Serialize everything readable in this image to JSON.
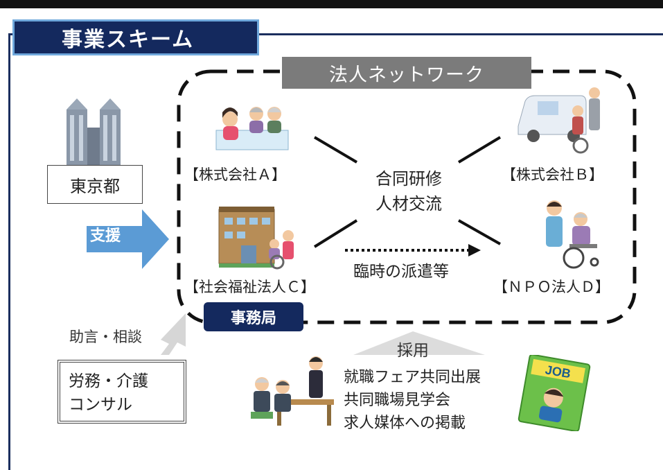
{
  "title": "事業スキーム",
  "network_label": "法人ネットワーク",
  "tokyo_label": "東京都",
  "support_label": "支援",
  "companies": {
    "a": "【株式会社Ａ】",
    "b": "【株式会社Ｂ】",
    "c": "【社会福祉法人Ｃ】",
    "d": "【ＮＰＯ法人Ｄ】"
  },
  "center": {
    "line1": "合同研修",
    "line2": "人材交流"
  },
  "dispatch_label": "臨時の派遣等",
  "secretariat_label": "事務局",
  "advice_label": "助言・相談",
  "consultant": {
    "line1": "労務・介護",
    "line2": "コンサル"
  },
  "recruit": {
    "heading": "採用",
    "items": [
      "就職フェア共同出展",
      "共同職場見学会",
      "求人媒体への掲載"
    ]
  },
  "job_badge": "JOB",
  "colors": {
    "navy": "#14295e",
    "gray_box": "#7b7b7b",
    "arrow_blue": "#5b9bd5",
    "dashed_border": "#111111"
  }
}
